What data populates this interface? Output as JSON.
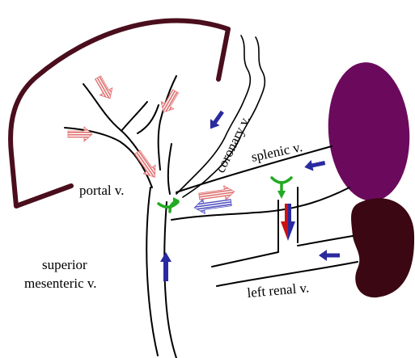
{
  "labels": {
    "coronary": "coronary v.",
    "splenic": "splenic v.",
    "portal": "portal v.",
    "superior_line1": "superior",
    "superior_line2": "mesenteric v.",
    "left_renal": "left renal v."
  },
  "colors": {
    "liver_outline": "#4a0e1c",
    "spleen": "#6b0a5c",
    "kidney": "#3a0712",
    "vessel_outline": "#000000",
    "arrow_pink": "#e07070",
    "arrow_blue": "#2a2aa0",
    "arrow_green": "#22aa22",
    "arrow_red": "#cc1111"
  }
}
